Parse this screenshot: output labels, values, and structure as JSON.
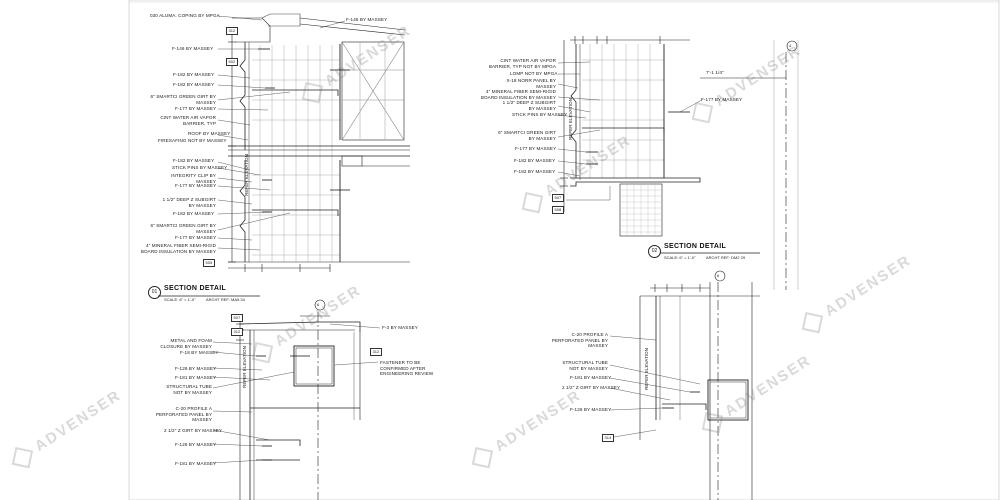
{
  "watermark": {
    "text": "ADVENSER"
  },
  "detail_01": {
    "number": "01",
    "title": "SECTION DETAIL",
    "scale": "SCALE: 6\" = 1'-0\"",
    "ref": "ARCHT REF: MA5.34",
    "labels": [
      "030 ALUMA. COPING  BY MPGA",
      "F-146 BY MASSEY",
      "F-182 BY MASSEY",
      "F-182 BY MASSEY",
      "6\" SMARTCI GREEN GIRT BY MASSEY",
      "F-177 BY MASSEY",
      "CINT WATER AIR VAPOR BARRIER, TYP",
      "ROOF BY MASSEY",
      "FIRESAFING NOT BY MASSEY",
      "F-182 BY MASSEY",
      "STICK PINS BY MASSEY",
      "INTEGRITY CLIP BY MASSEY",
      "F-177 BY MASSEY",
      "1 1/2\" DEEP Z SUBGIRT BY MASSEY",
      "F-182 BY MASSEY",
      "6\" SMARTCI GREEN GIRT BY MASSEY",
      "F-177 BY MASSEY",
      "4\" MINERAL FIBER SEMI-RIGID BOARD INSULATION BY MASSEY"
    ],
    "right_label": "F-145 BY MASSEY",
    "tags": [
      "312",
      "502",
      "505"
    ],
    "vertical": "REFER ELEVATION"
  },
  "detail_02": {
    "number": "02",
    "title": "SECTION DETAIL",
    "scale": "SCALE: 6\" = 1'-0\"",
    "ref": "ARCHT REF: DM2 29",
    "labels": [
      "CINT WATER AIR VAPOR BARRIER, TYP NOT BY MPGA",
      "LOMP NOT BY MPGA",
      "X-18 NORR PANEL BY MASSEY",
      "4\" MINERAL FIBER SEMI-RIGID BOARD INSULATION BY MASSEY",
      "1 1/2\" DEEP Z SUBGIRT BY MASSEY",
      "STICK PINS BY MASSEY",
      "6\" SMARTCI GREEN GIRT BY MASSEY",
      "F-177 BY MASSEY",
      "F-182 BY MASSEY",
      "F-182 BY MASSEY"
    ],
    "right_label": "F-177 BY MASSEY",
    "tags": [
      "507",
      "508"
    ],
    "vertical": "REFER ELEVATION",
    "grid_bubble": "4",
    "dim": "7'-1 1/4\""
  },
  "detail_03": {
    "labels": [
      "METAL AND FOAM CLOSURE BY MASSEY",
      "F-18 BY MASSEY",
      "F-126 BY MASSEY",
      "F-181 BY MASSEY",
      "STRUCTURAL TUBE NOT BY MASSEY",
      "C-20 PROFILE A PERFORATED PANEL BY MASSEY",
      "2 1/2\" Z GIRT BY MASSEY",
      "F-126 BY MASSEY",
      "F-181 BY MASSEY"
    ],
    "right_labels": [
      "F-3 BY MASSEY",
      "FASTENER TO BE CONFIRMED AFTER ENGINEERING REVIEW"
    ],
    "tags": [
      "507",
      "312",
      "312"
    ],
    "vertical": "REFER ELEVATION",
    "grid_bubble": "6"
  },
  "detail_04": {
    "labels": [
      "C-20 PROFILE A PERFORATED PANEL BY MASSEY",
      "STRUCTURAL TUBE NOT BY MASSEY",
      "F-181 BY MASSEY",
      "2 1/2\" Z GIRT BY MASSEY",
      "F-126 BY MASSEY"
    ],
    "tags": [
      "314"
    ],
    "vertical": "REFER ELEVATION",
    "grid_bubble": "6"
  }
}
